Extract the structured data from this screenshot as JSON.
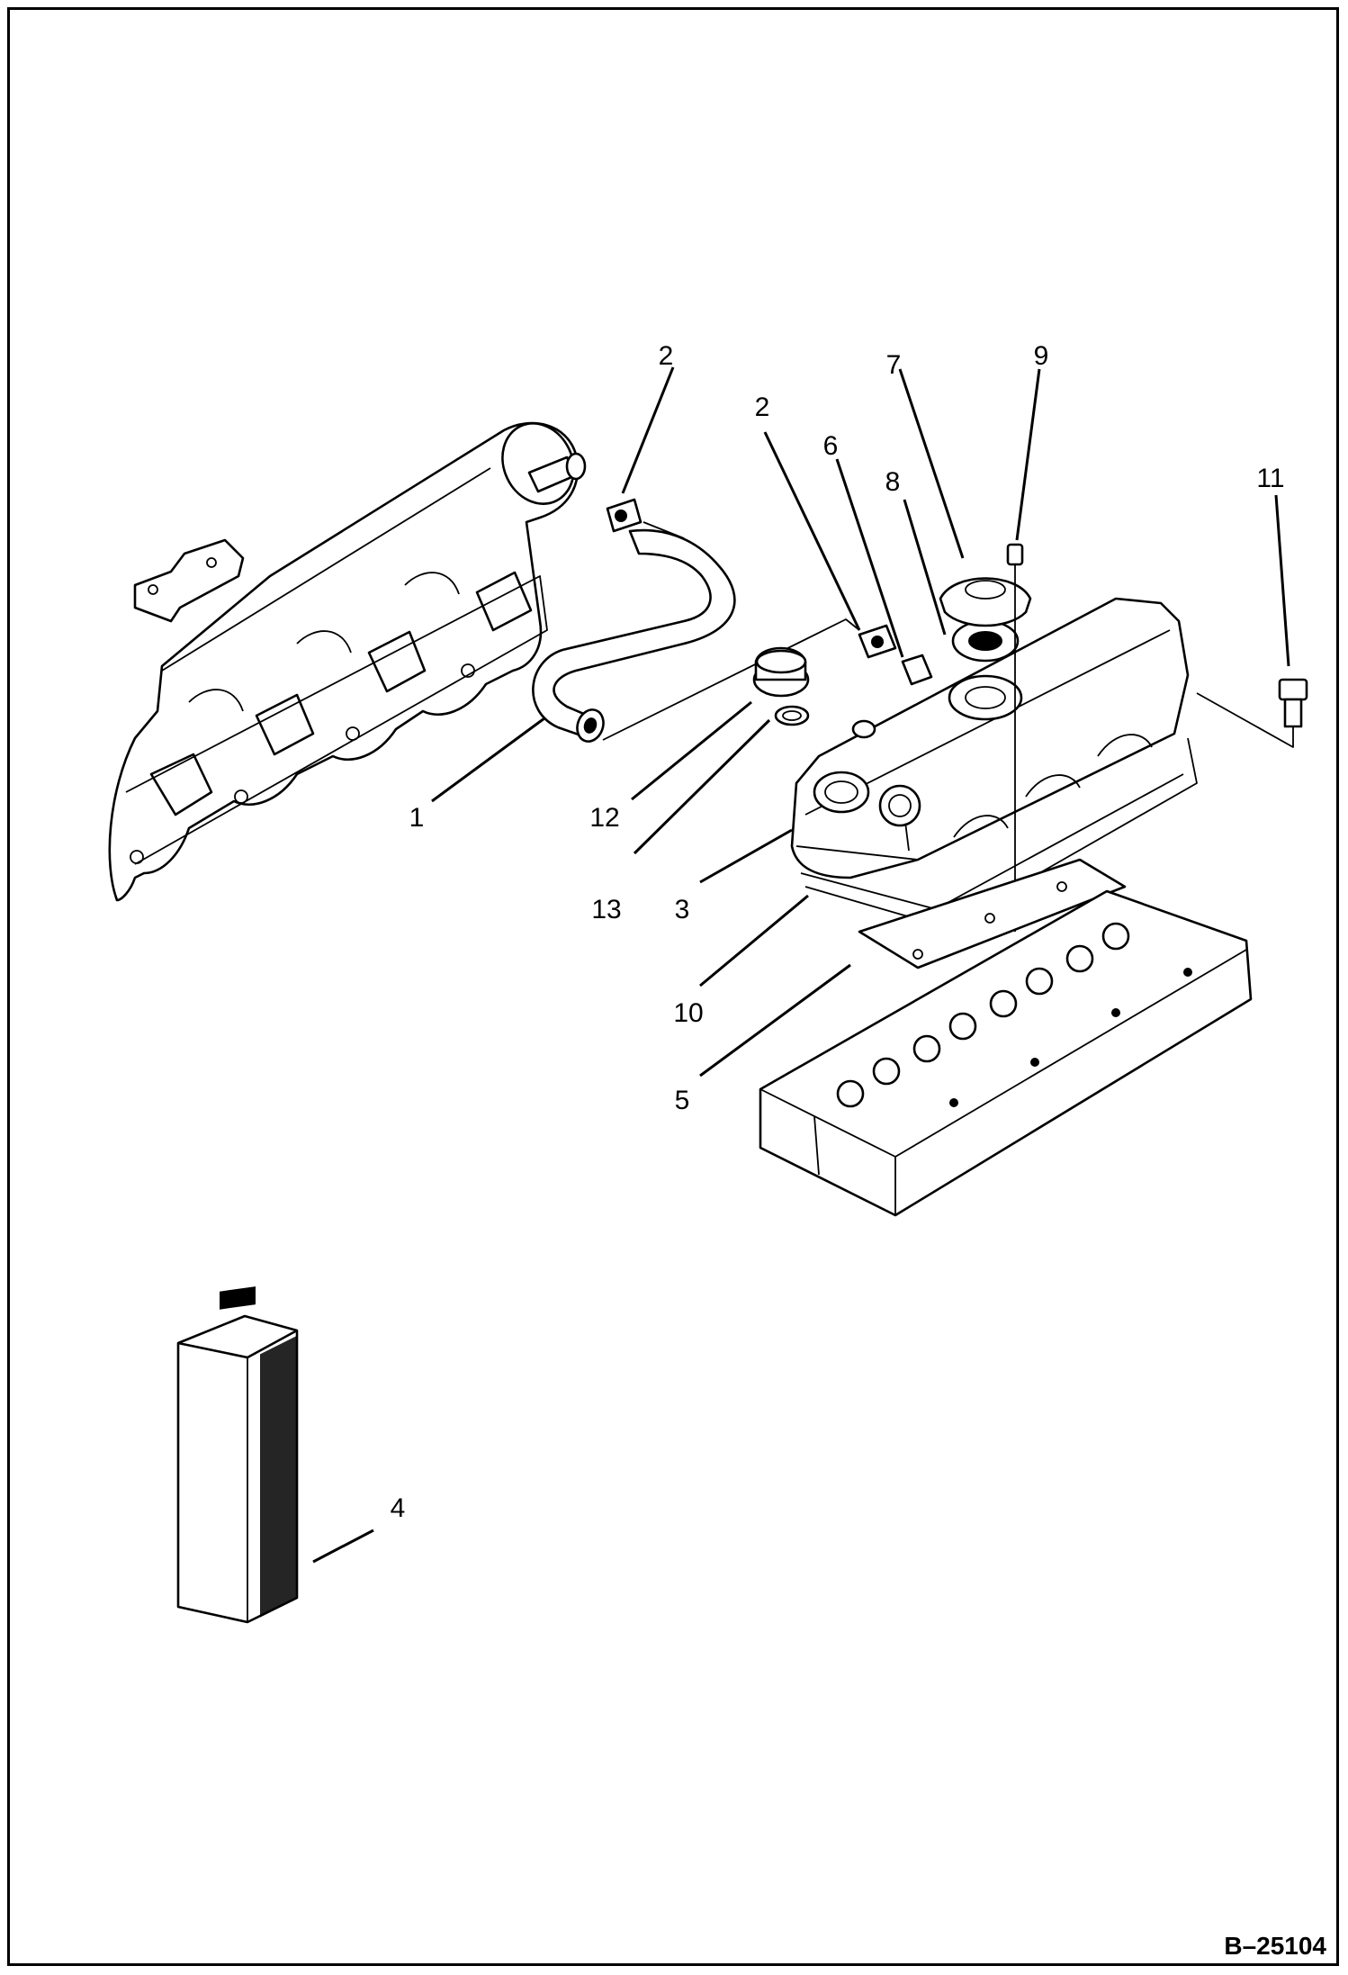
{
  "diagram": {
    "callouts": {
      "c1": "1",
      "c2a": "2",
      "c2b": "2",
      "c3": "3",
      "c4": "4",
      "c5": "5",
      "c6": "6",
      "c7": "7",
      "c8": "8",
      "c9": "9",
      "c10": "10",
      "c11": "11",
      "c12": "12",
      "c13": "13"
    },
    "document_id": "B–25104"
  }
}
